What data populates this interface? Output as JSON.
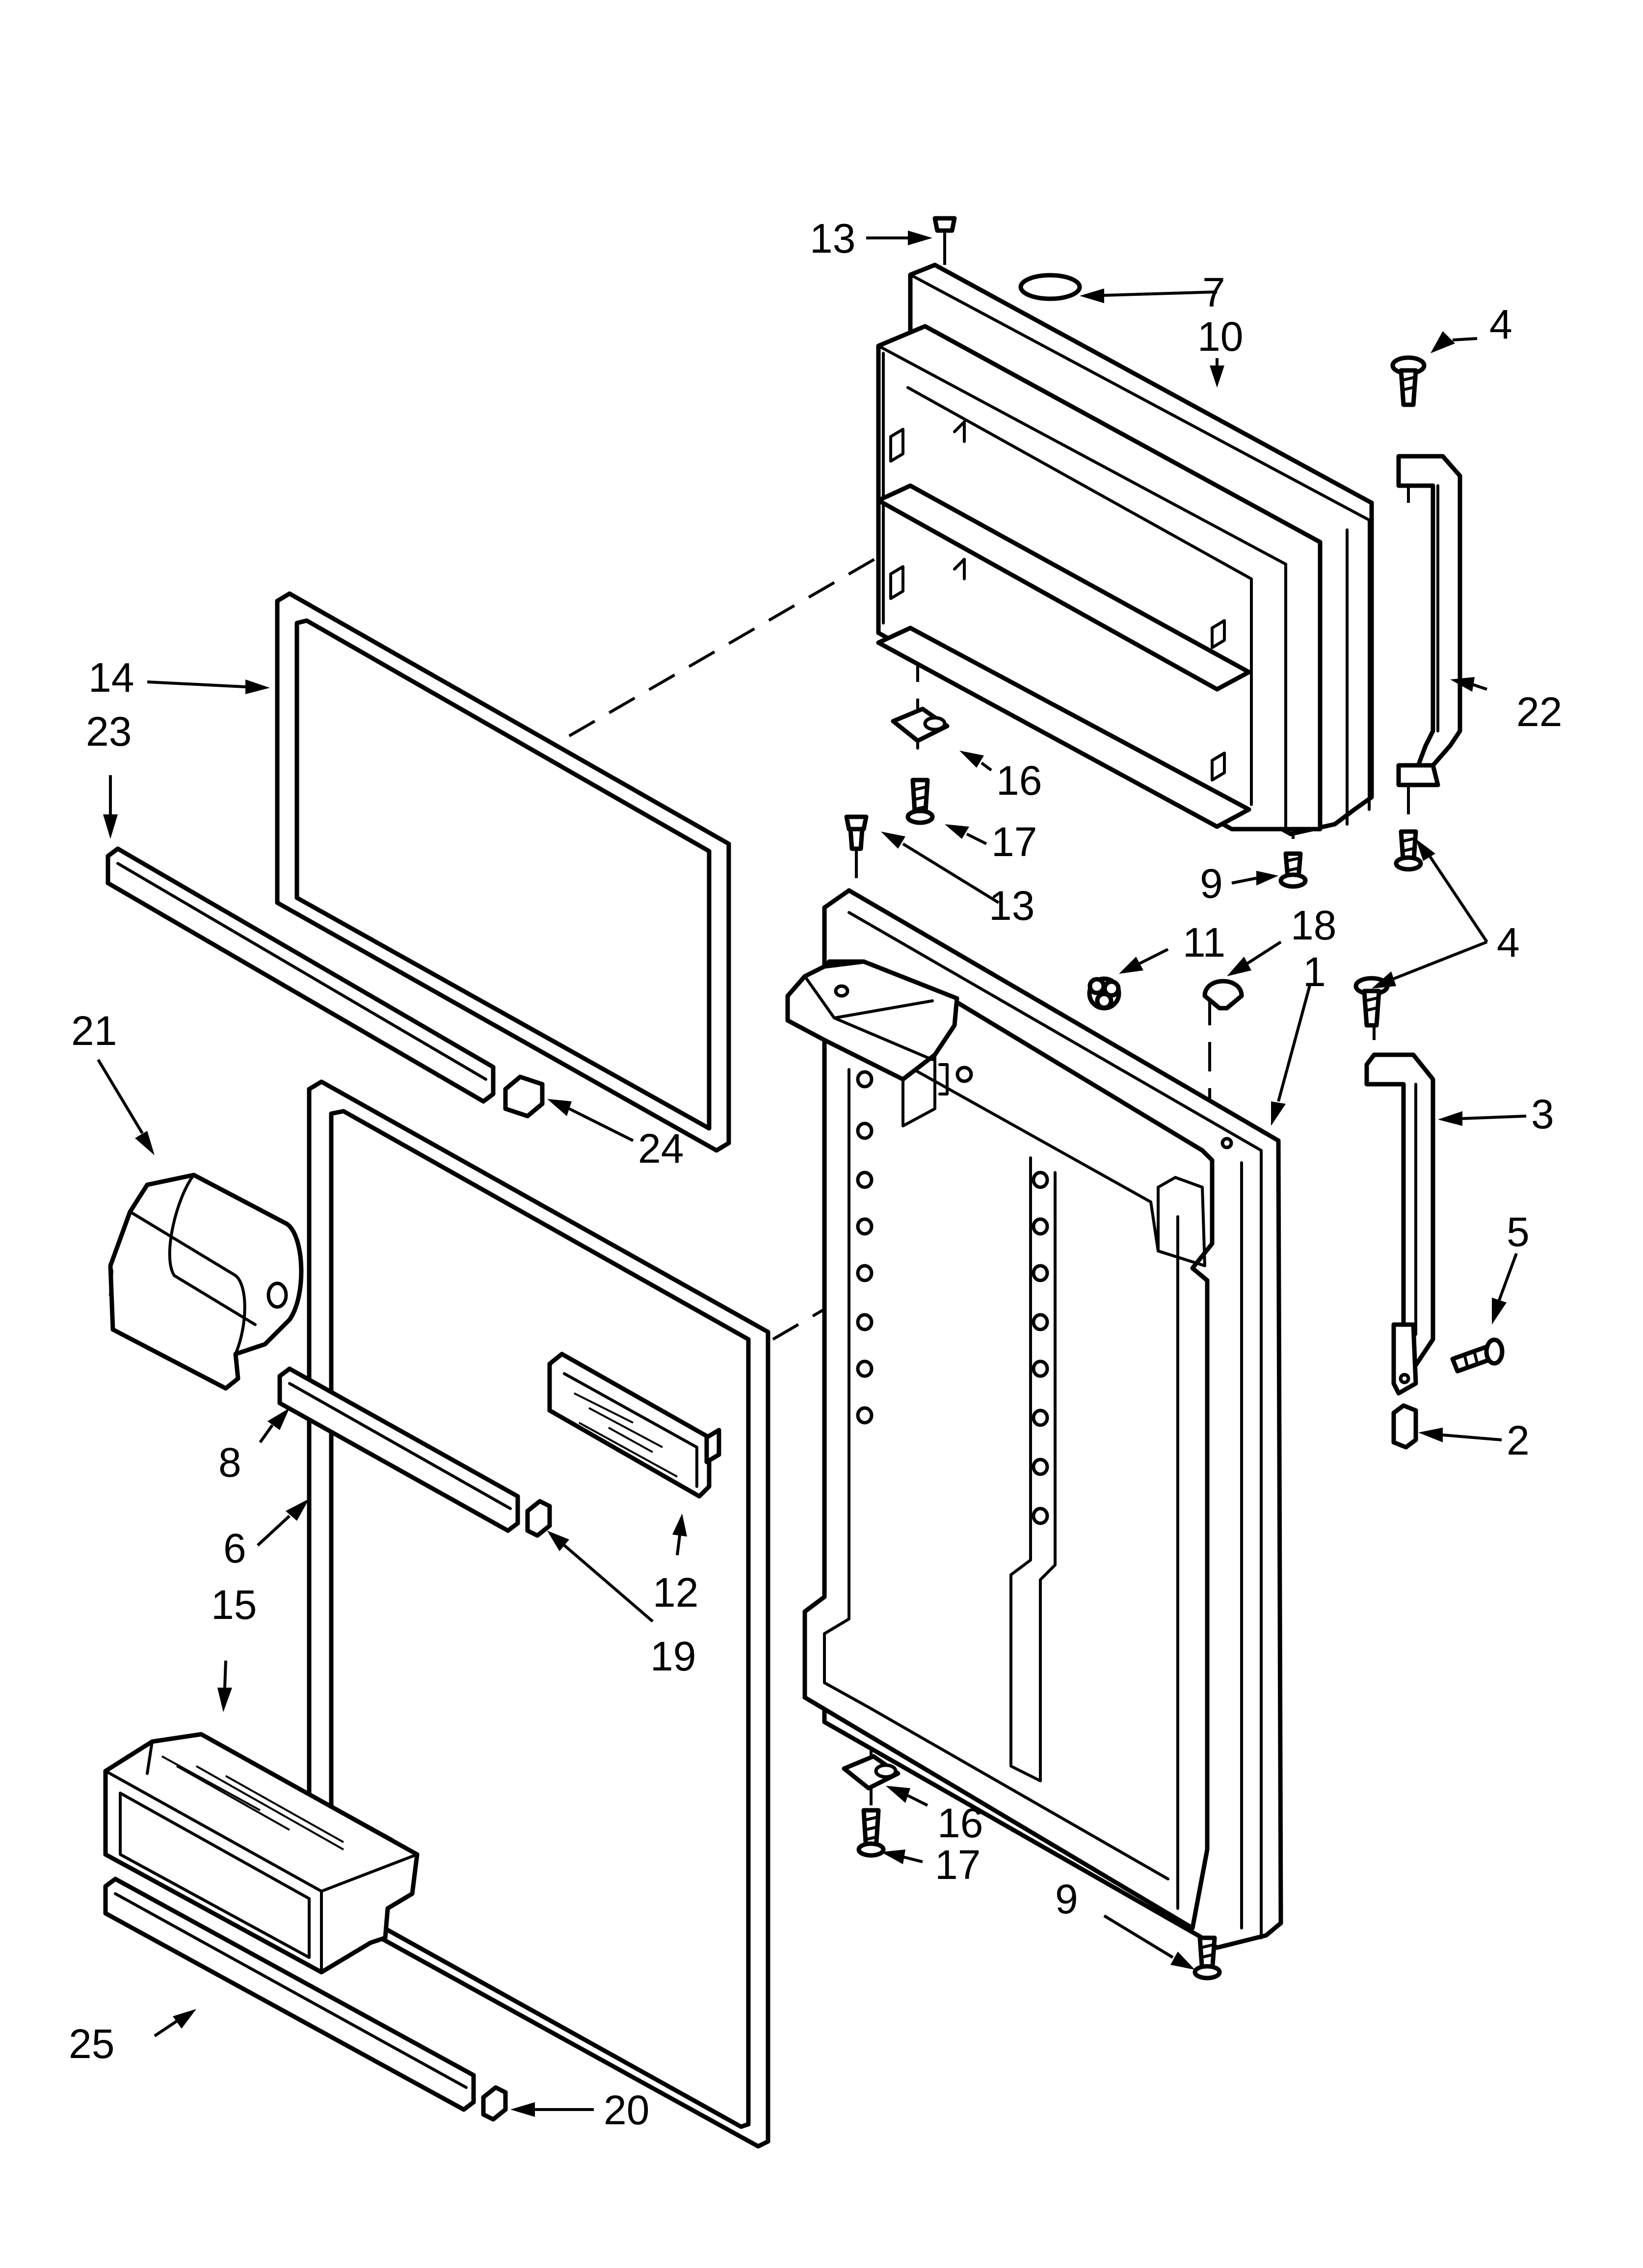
{
  "callouts": [
    {
      "id": "c1",
      "label": "1"
    },
    {
      "id": "c2",
      "label": "2"
    },
    {
      "id": "c3",
      "label": "3"
    },
    {
      "id": "c4a",
      "label": "4"
    },
    {
      "id": "c4b",
      "label": "4"
    },
    {
      "id": "c5",
      "label": "5"
    },
    {
      "id": "c6",
      "label": "6"
    },
    {
      "id": "c7",
      "label": "7"
    },
    {
      "id": "c8",
      "label": "8"
    },
    {
      "id": "c9a",
      "label": "9"
    },
    {
      "id": "c9b",
      "label": "9"
    },
    {
      "id": "c10",
      "label": "10"
    },
    {
      "id": "c11",
      "label": "11"
    },
    {
      "id": "c12",
      "label": "12"
    },
    {
      "id": "c13a",
      "label": "13"
    },
    {
      "id": "c13b",
      "label": "13"
    },
    {
      "id": "c14",
      "label": "14"
    },
    {
      "id": "c15",
      "label": "15"
    },
    {
      "id": "c16a",
      "label": "16"
    },
    {
      "id": "c16b",
      "label": "16"
    },
    {
      "id": "c17a",
      "label": "17"
    },
    {
      "id": "c17b",
      "label": "17"
    },
    {
      "id": "c18",
      "label": "18"
    },
    {
      "id": "c19",
      "label": "19"
    },
    {
      "id": "c20",
      "label": "20"
    },
    {
      "id": "c21",
      "label": "21"
    },
    {
      "id": "c22",
      "label": "22"
    },
    {
      "id": "c23",
      "label": "23"
    },
    {
      "id": "c24",
      "label": "24"
    },
    {
      "id": "c25",
      "label": "25"
    }
  ]
}
